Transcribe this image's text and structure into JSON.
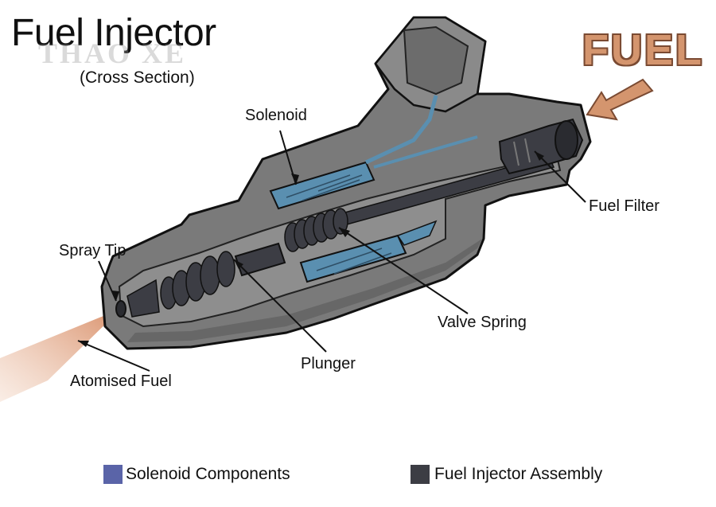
{
  "header": {
    "title": "Fuel Injector",
    "subtitle": "(Cross Section)",
    "watermark": "THAO XE"
  },
  "fuel_inlet": {
    "label": "FUEL",
    "color": "#d4956e"
  },
  "labels": {
    "solenoid": "Solenoid",
    "fuel_filter": "Fuel Filter",
    "spray_tip": "Spray Tip",
    "valve_spring": "Valve Spring",
    "plunger": "Plunger",
    "atomised_fuel": "Atomised Fuel"
  },
  "legend": [
    {
      "label": "Solenoid Components",
      "color": "#5a64a8"
    },
    {
      "label": "Fuel Injector Assembly",
      "color": "#3c3d44"
    }
  ],
  "colors": {
    "body_gray": "#7a7a7a",
    "dark_gray": "#4a4a4e",
    "solenoid_blue": "#5a8fb0",
    "spray": "#e2a787"
  }
}
